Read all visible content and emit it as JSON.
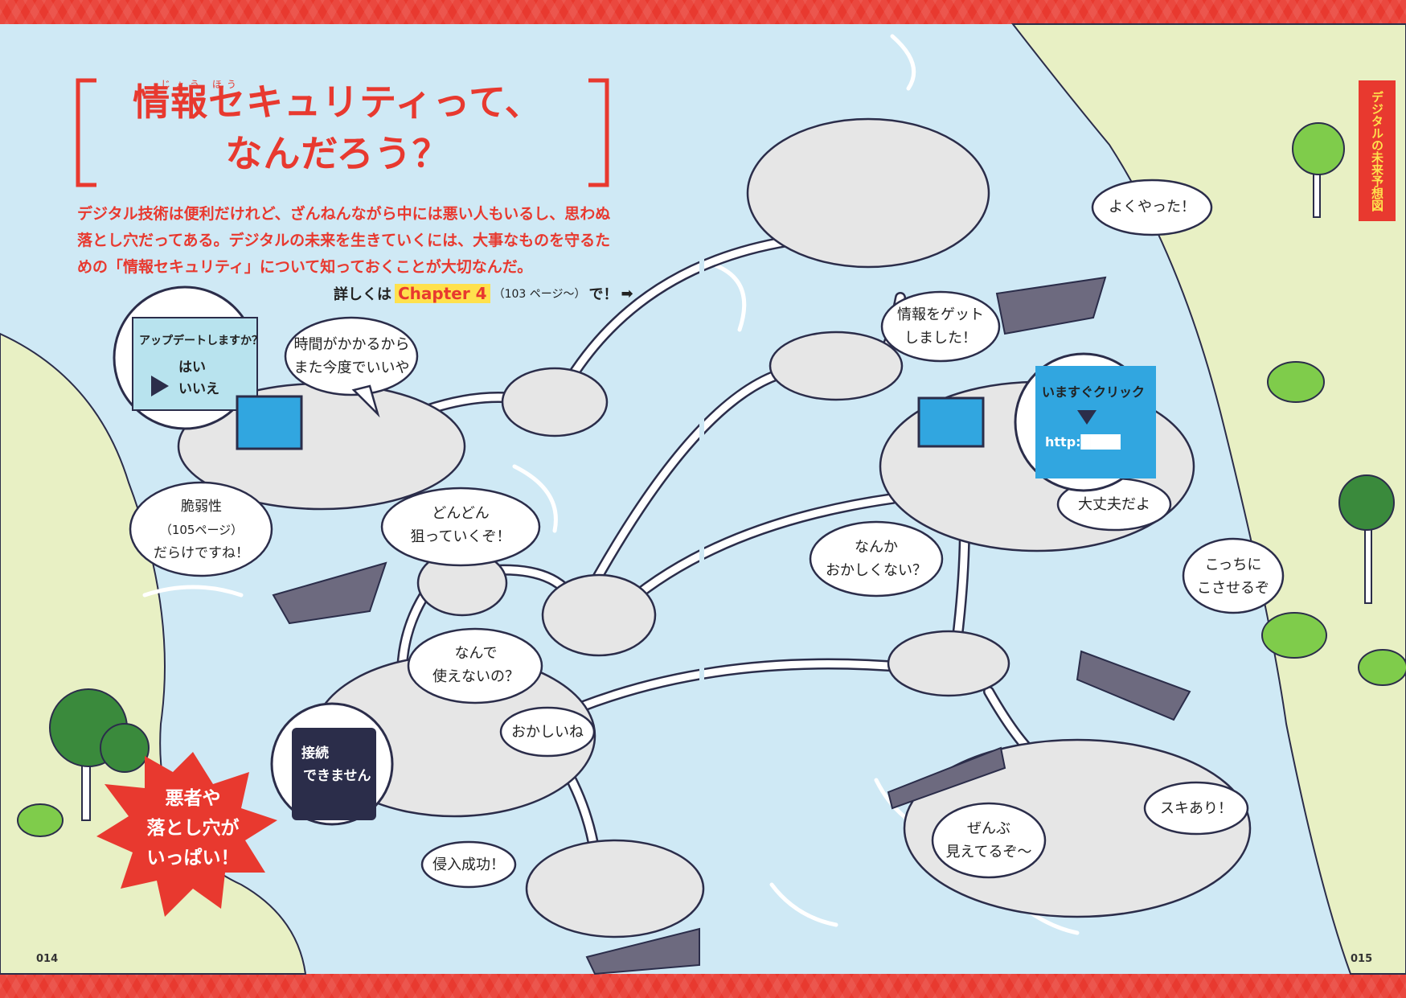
{
  "header": {
    "title_line1": "情報セキュリティって、",
    "title_line2": "なんだろう？",
    "title_ruby": "じょう ほう",
    "intro": "デジタル技術は便利だけれど、ざんねんながら中には悪い人もいるし、思わぬ落とし穴だってある。デジタルの未来を生きていくには、大事なものを守るための「情報セキュリティ」について知っておくことが大切なんだ。",
    "more_prefix": "詳しくは",
    "more_chapter": "Chapter 4",
    "more_pages": "（103 ページ〜）",
    "more_suffix": "で！"
  },
  "side_tab": "デジタルの未来予想図",
  "burst": {
    "line1": "悪者や",
    "line2": "落とし穴が",
    "line3": "いっぱい！"
  },
  "page_numbers": {
    "left": "014",
    "right": "015"
  },
  "screens": {
    "update": {
      "question": "アップデートしますか？",
      "yes": "はい",
      "no": "いいえ"
    },
    "click": {
      "title": "いますぐクリック",
      "url": "http:████"
    },
    "connect": {
      "line1": "接続",
      "line2": "できません"
    }
  },
  "bubbles": {
    "later": [
      "時間がかかるから",
      "また今度でいいや"
    ],
    "vulnerable": [
      "脆弱性",
      "（105ページ）",
      "だらけですね！"
    ],
    "target": [
      "どんどん",
      "狙っていくぞ！"
    ],
    "cant_use": [
      "なんで",
      "使えないの？"
    ],
    "strange": "おかしいね",
    "intrusion": "侵入成功！",
    "good_job": "よくやった！",
    "got_info": [
      "情報をゲット",
      "しました！"
    ],
    "weird": [
      "なんか",
      "おかしくない？"
    ],
    "fine": "大丈夫だよ",
    "lure": [
      "こっちに",
      "こさせるぞ"
    ],
    "see_all": [
      "ぜんぶ",
      "見えてるぞ〜"
    ],
    "opening": "スキあり！"
  },
  "colors": {
    "accent": "#e8392f",
    "water": "#cfe9f5",
    "land": "#e8f0c4",
    "island": "#e6e6e6",
    "outline": "#2b2d4a",
    "villain": "#2b2d4a"
  }
}
